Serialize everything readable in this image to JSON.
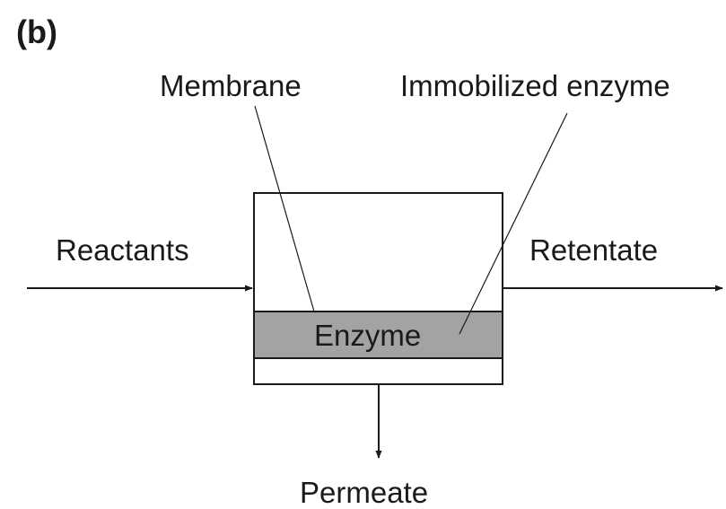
{
  "panel_label": "(b)",
  "callouts": {
    "membrane": "Membrane",
    "immobilized_enzyme": "Immobilized enzyme"
  },
  "streams": {
    "inlet": "Reactants",
    "retentate": "Retentate",
    "permeate": "Permeate"
  },
  "reactor": {
    "layer_label": "Enzyme"
  },
  "colors": {
    "ink": "#1a1a1a",
    "enzyme_layer": "#a3a3a3",
    "background": "#ffffff"
  }
}
